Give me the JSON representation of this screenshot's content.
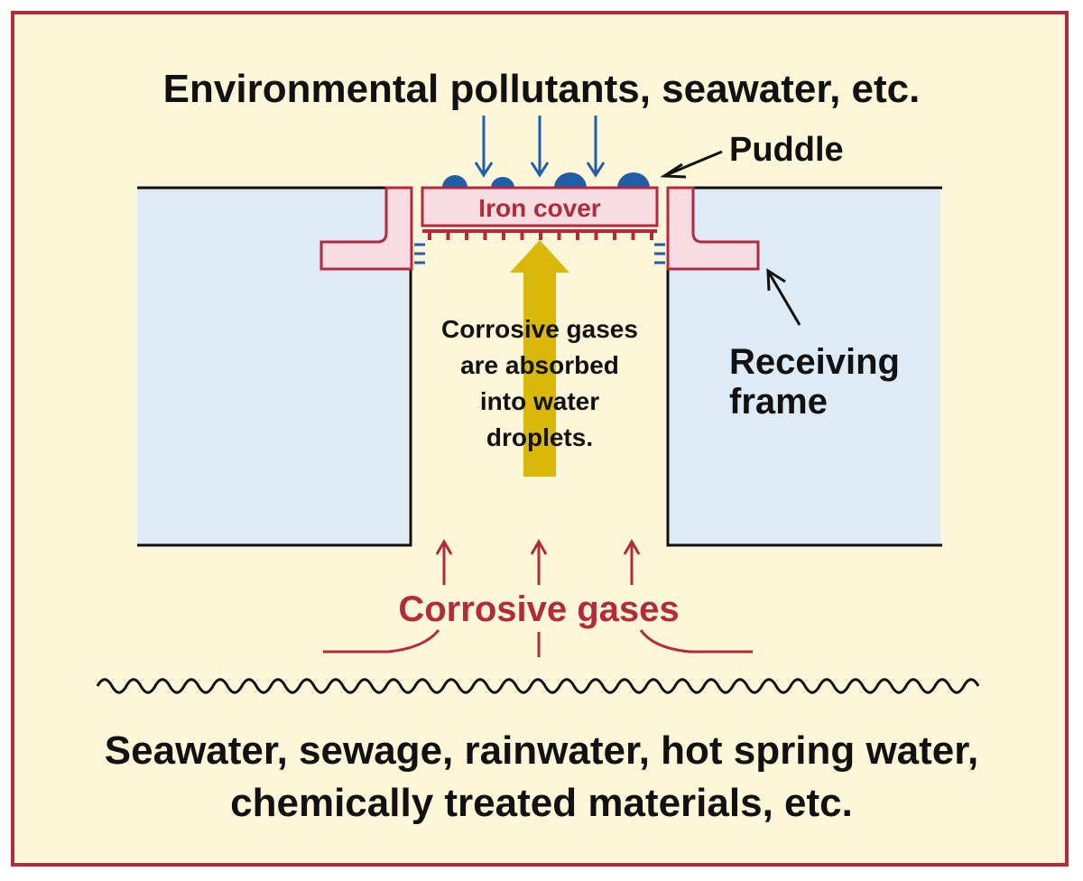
{
  "title": "Environmental pollutants, seawater, etc.",
  "labels": {
    "puddle": "Puddle",
    "iron_cover": "Iron cover",
    "receiving_frame": [
      "Receiving",
      "frame"
    ],
    "absorption_note": [
      "Corrosive gases",
      "are absorbed",
      "into water",
      "droplets."
    ],
    "corrosive_gases": "Corrosive gases"
  },
  "bottom_text": [
    "Seawater, sewage, rainwater, hot spring water,",
    "chemically treated materials, etc."
  ],
  "colors": {
    "background": "#fdf6d8",
    "border": "#b22a3e",
    "block_fill": "#dcebf6",
    "cover_fill": "#f7dde2",
    "cover_stroke": "#b22a3e",
    "water_blue": "#1f5fa8",
    "gas_arrow_yellow": "#d9b80a",
    "gas_red": "#b22a3e",
    "text_dark": "#111111"
  }
}
